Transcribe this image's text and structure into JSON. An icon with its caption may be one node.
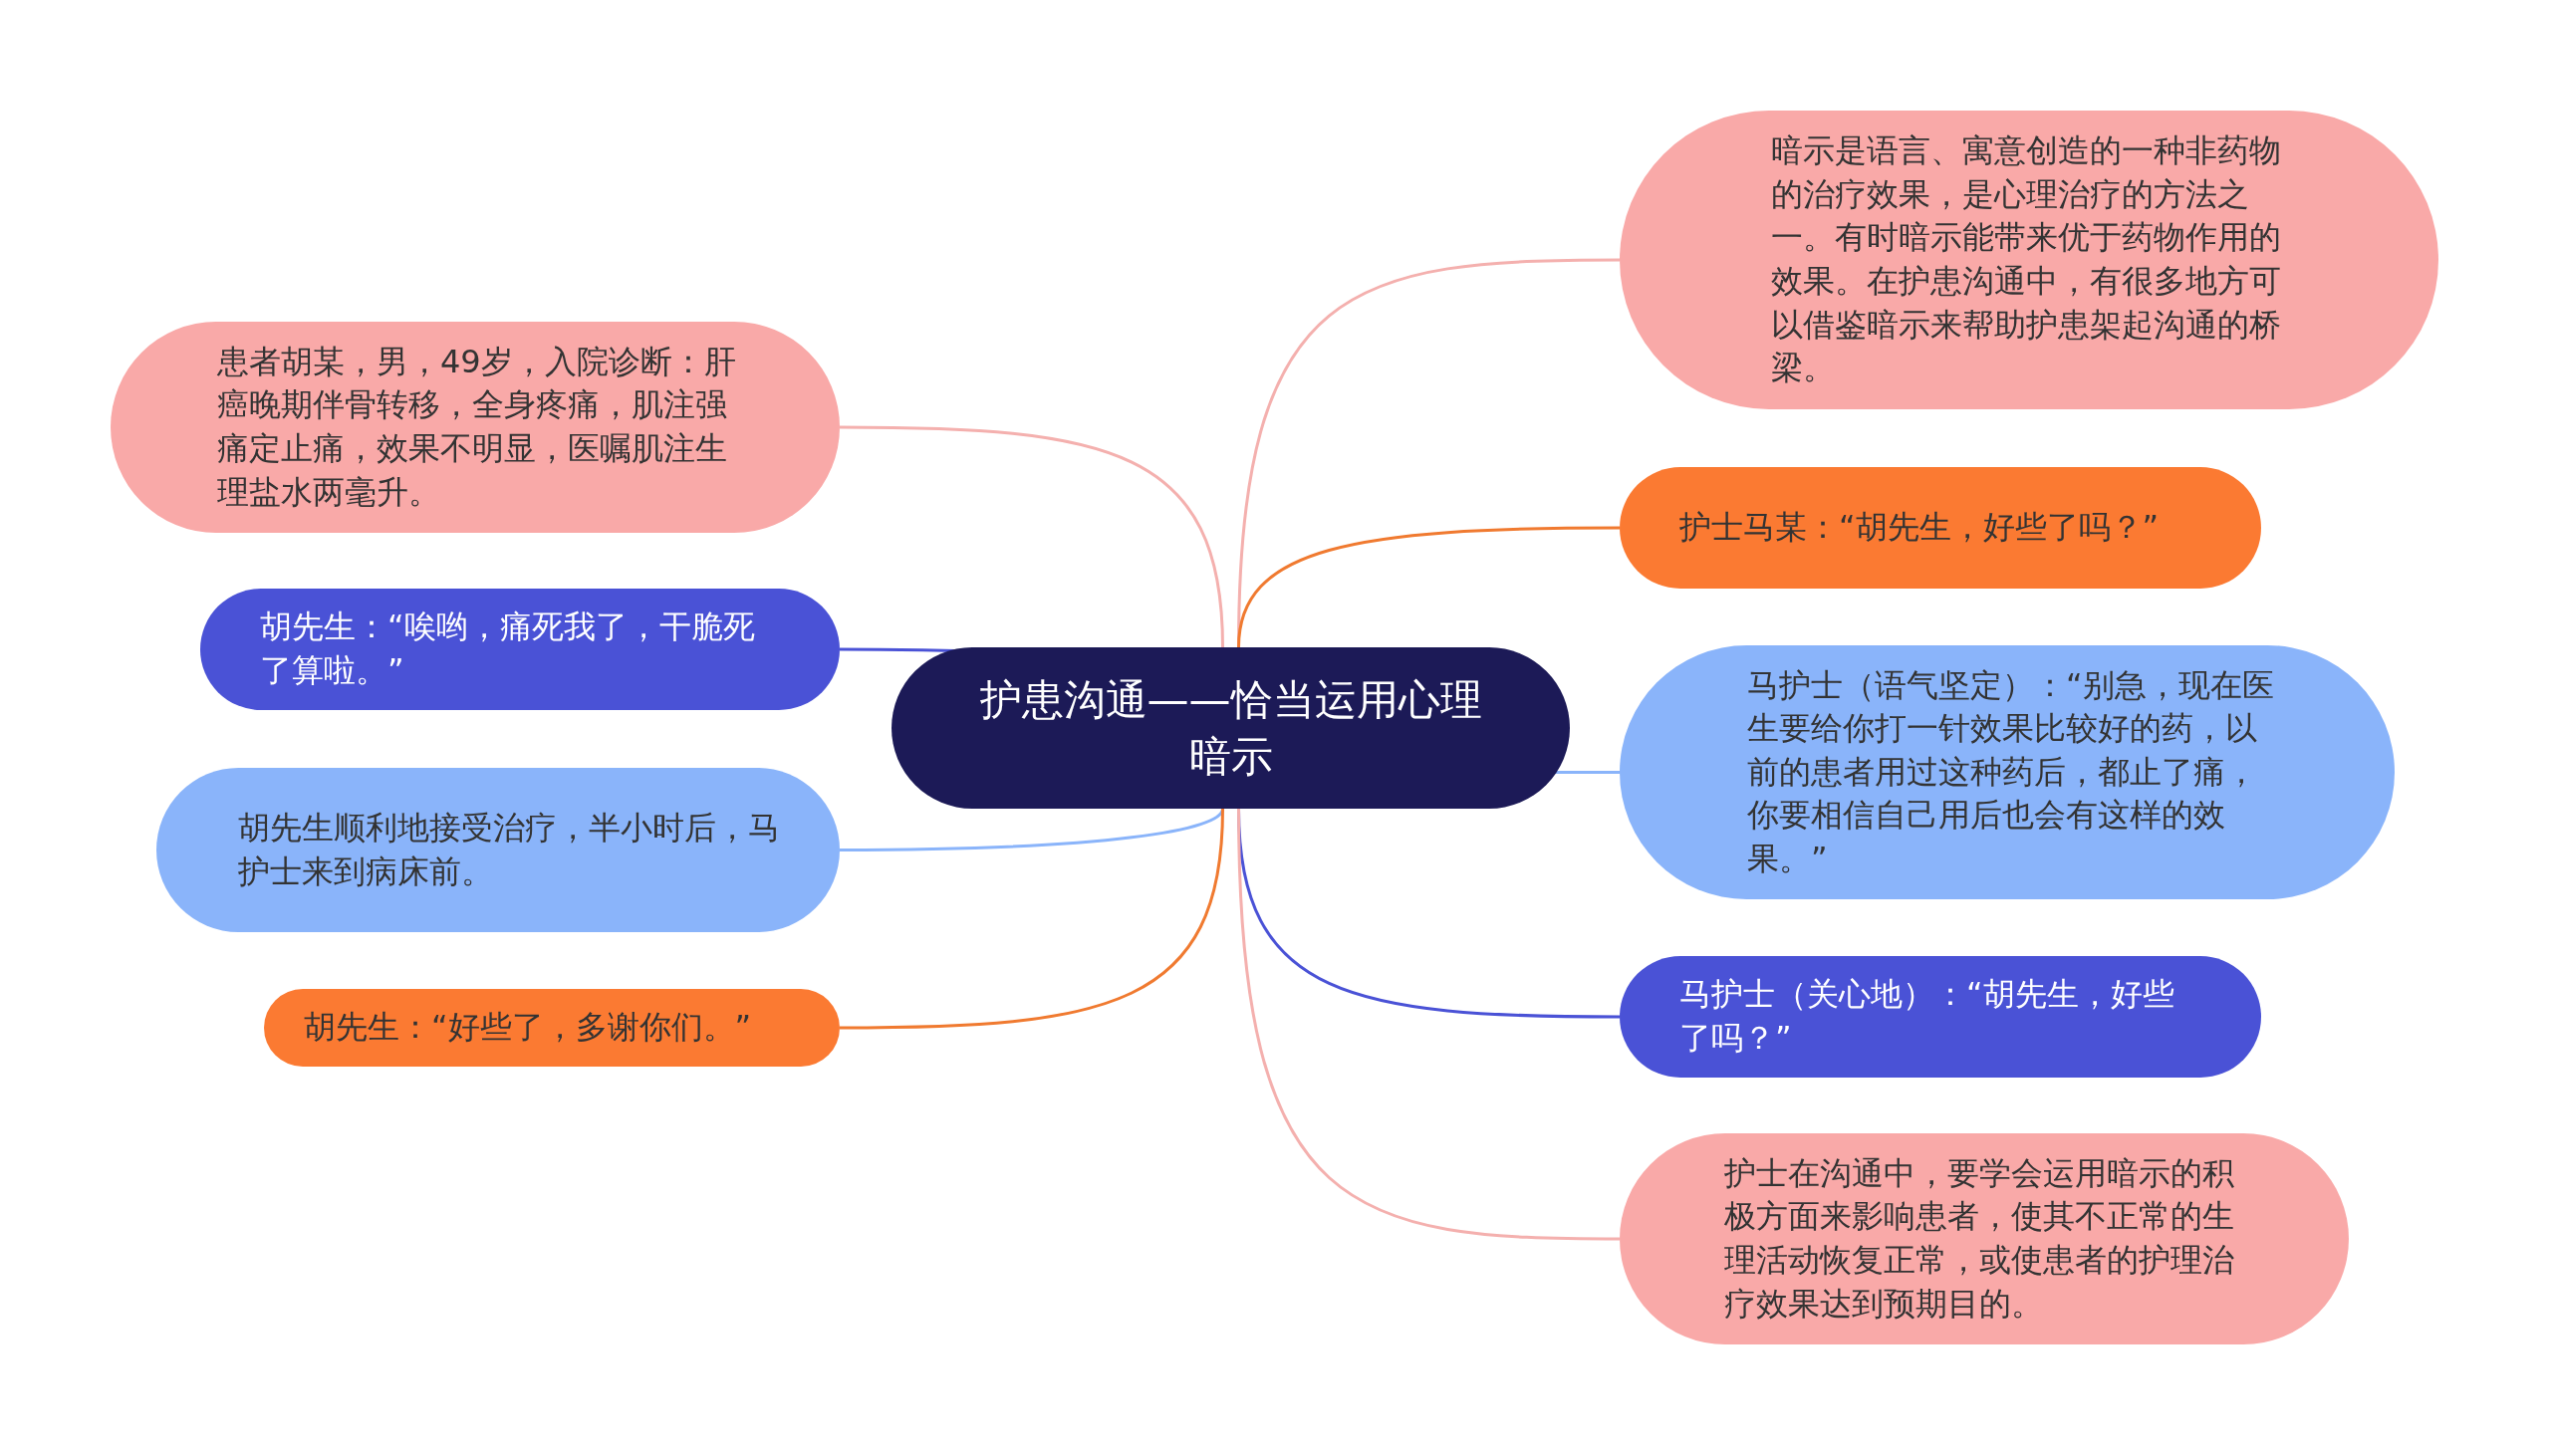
{
  "diagram": {
    "nodes": [
      {
        "text": [
          "护患沟通——恰当运用心理暗示"
        ]
      },
      {
        "text": [
          "患者胡某，男，49岁，入院诊断：肝癌晚期伴骨转移，全身疼痛，肌注强痛定止痛，效果不明显，医嘱肌注生理盐水两毫升。"
        ]
      },
      {
        "text": [
          "胡先生：“唉哟，痛死我了，干脆死了算啦。”"
        ]
      },
      {
        "text": [
          "胡先生顺利地接受治疗，半小时后，马护士来到病床前。"
        ]
      },
      {
        "text": [
          "胡先生：“好些了，多谢你们。”"
        ]
      },
      {
        "text": [
          "暗示是语言、寓意创造的一种非药物的治疗效果，是心理治疗的方法之一。有时暗示能带来优于药物作用的效果。在护患沟通中，有很多地方可以借鉴暗示来帮助护患架起沟通的桥梁。"
        ]
      },
      {
        "text": [
          "护士马某：“胡先生，好些了吗？”"
        ]
      },
      {
        "text": [
          "马护士（语气坚定）：“别急，现在医生要给你打一针效果比较好的药，以前的患者用过这种药后，都止了痛，你要相信自己用后也会有这样的效果。”"
        ]
      },
      {
        "text": [
          "马护士（关心地）：“胡先生，好些了吗？”"
        ]
      },
      {
        "text": [
          "护士在沟通中，要学会运用暗示的积极方面来影响患者，使其不正常的生理活动恢复正常，或使患者的护理治疗效果达到预期目的。"
        ]
      }
    ],
    "edges": [
      {
        "from": 0,
        "to": 1,
        "arrow": "none"
      },
      {
        "from": 0,
        "to": 2,
        "arrow": "none",
        "color": "#4a52d6"
      },
      {
        "from": 0,
        "to": 3,
        "arrow": "none",
        "color": "#8ab4fa"
      },
      {
        "from": 0,
        "to": 4,
        "arrow": "none",
        "color": "#f07a30"
      },
      {
        "from": 0,
        "to": 5,
        "arrow": "none"
      },
      {
        "from": 0,
        "to": 6,
        "arrow": "none",
        "color": "#f07a30"
      },
      {
        "from": 0,
        "to": 7,
        "arrow": "none",
        "color": "#8ab4fa"
      },
      {
        "from": 0,
        "to": 8,
        "arrow": "none",
        "color": "#4a52d6"
      },
      {
        "from": 0,
        "to": 9,
        "arrow": "none"
      }
    ]
  }
}
